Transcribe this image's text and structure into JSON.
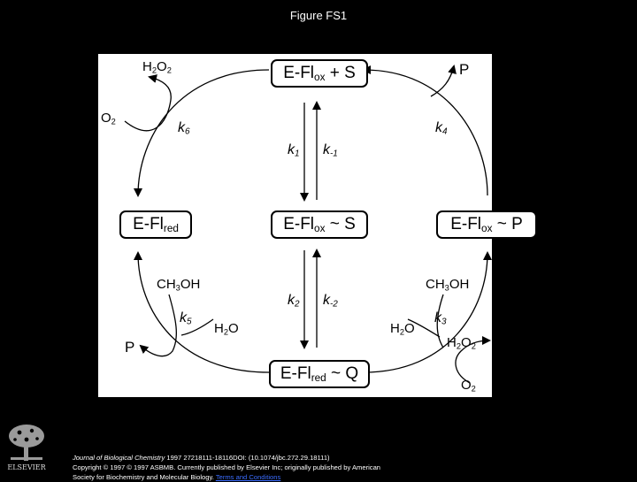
{
  "figure_title": "Figure FS1",
  "diagram": {
    "boxes": {
      "top": {
        "base": "E-Fl",
        "sub": "ox",
        "rest": " + S"
      },
      "middle": {
        "base": "E-Fl",
        "sub": "ox",
        "rest": " ~ S"
      },
      "bottom": {
        "base": "E-Fl",
        "sub": "red",
        "rest": " ~ Q"
      },
      "left": {
        "base": "E-Fl",
        "sub": "red",
        "rest": ""
      },
      "right": {
        "base": "E-Fl",
        "sub": "ox",
        "rest": " ~ P"
      }
    },
    "rate_constants": {
      "k1": {
        "base": "k",
        "sub": "1"
      },
      "k_1": {
        "base": "k",
        "sub": "-1"
      },
      "k2": {
        "base": "k",
        "sub": "2"
      },
      "k_2": {
        "base": "k",
        "sub": "-2"
      },
      "k3": {
        "base": "k",
        "sub": "3"
      },
      "k4": {
        "base": "k",
        "sub": "4"
      },
      "k5": {
        "base": "k",
        "sub": "5"
      },
      "k6": {
        "base": "k",
        "sub": "6"
      }
    },
    "species": {
      "h2o2_top": {
        "a": "H",
        "b": "2",
        "c": "O",
        "d": "2"
      },
      "o2_top": {
        "a": "O",
        "b": "2"
      },
      "p_top": "P",
      "ch3oh_left": {
        "a": "CH",
        "b": "3",
        "c": "OH"
      },
      "h2o_left": {
        "a": "H",
        "b": "2",
        "c": "O"
      },
      "p_left": "P",
      "ch3oh_right": {
        "a": "CH",
        "b": "3",
        "c": "OH"
      },
      "h2o_right": {
        "a": "H",
        "b": "2",
        "c": "O"
      },
      "h2o2_right": {
        "a": "H",
        "b": "2",
        "c": "O",
        "d": "2"
      },
      "o2_bottom": {
        "a": "O",
        "b": "2"
      }
    }
  },
  "publisher_logo": "ELSEVIER",
  "citation": {
    "journal": "Journal of Biological Chemistry",
    "ref": " 1997 27218111-18116DOI: (10.1074/jbc.272.29.18111)",
    "line2": "Copyright © 1997 © 1997 ASBMB. Currently published by Elsevier Inc; originally published by American",
    "line3": "Society for Biochemistry and Molecular Biology.",
    "link": "Terms and Conditions"
  }
}
